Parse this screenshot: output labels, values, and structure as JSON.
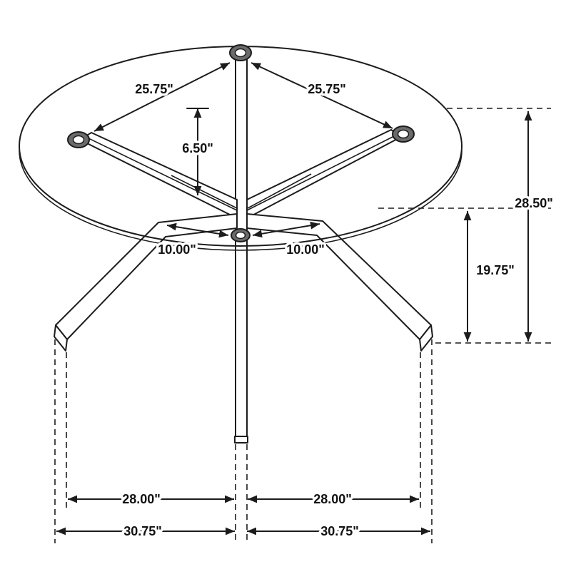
{
  "diagram": {
    "type": "furniture-dimension-drawing",
    "subject": "round glass-top table with three-leg wood base",
    "labels": {
      "diag_left": "25.75\"",
      "diag_right": "25.75\"",
      "apron_height": "6.50\"",
      "hub_left": "10.00\"",
      "hub_right": "10.00\"",
      "overall_height": "28.50\"",
      "underside_clearance": "19.75\"",
      "inner_span_left": "28.00\"",
      "inner_span_right": "28.00\"",
      "outer_span_left": "30.75\"",
      "outer_span_right": "30.75\""
    },
    "colors": {
      "line": "#1c1c1c",
      "background": "#ffffff"
    }
  }
}
